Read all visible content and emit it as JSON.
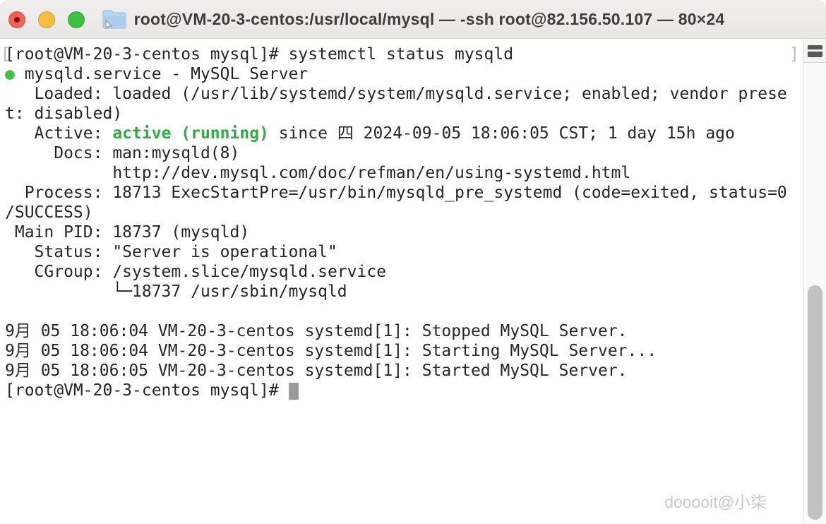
{
  "window": {
    "title": "root@VM-20-3-centos:/usr/local/mysql — -ssh root@82.156.50.107 — 80×24",
    "controls": {
      "close": "close-window",
      "minimize": "minimize-window",
      "zoom": "zoom-window"
    }
  },
  "colors": {
    "titlebar_text": "#3d3d3f",
    "terminal_bg": "#ffffff",
    "text": "#262626",
    "green_bold": "#2fab44",
    "bullet_green": "#3fc43f",
    "mark": "#b8b8b8",
    "cursor": "#9b9b9b",
    "watermark": "#c9c9c9",
    "traffic_red": "#f45f57",
    "traffic_red_dot": "#7e120b",
    "traffic_yellow": "#f6bd3e",
    "traffic_green": "#3dc043"
  },
  "terminal": {
    "mark_left": "[",
    "mark_right": "]",
    "lines": [
      {
        "marks": true,
        "segments": [
          {
            "t": "[root@VM-20-3-centos mysql]# systemctl status mysqld"
          }
        ]
      },
      {
        "segments": [
          {
            "t": "● ",
            "cls": "bullet"
          },
          {
            "t": "mysqld.service - MySQL Server"
          }
        ]
      },
      {
        "segments": [
          {
            "t": "   Loaded: loaded (/usr/lib/systemd/system/mysqld.service; enabled; vendor prese"
          }
        ]
      },
      {
        "segments": [
          {
            "t": "t: disabled)"
          }
        ]
      },
      {
        "segments": [
          {
            "t": "   Active: "
          },
          {
            "t": "active (running)",
            "cls": "green-bold"
          },
          {
            "t": " since 四 2024-09-05 18:06:05 CST; 1 day 15h ago"
          }
        ]
      },
      {
        "segments": [
          {
            "t": "     Docs: man:mysqld(8)"
          }
        ]
      },
      {
        "segments": [
          {
            "t": "           http://dev.mysql.com/doc/refman/en/using-systemd.html"
          }
        ]
      },
      {
        "segments": [
          {
            "t": "  Process: 18713 ExecStartPre=/usr/bin/mysqld_pre_systemd (code=exited, status=0"
          }
        ]
      },
      {
        "segments": [
          {
            "t": "/SUCCESS)"
          }
        ]
      },
      {
        "segments": [
          {
            "t": " Main PID: 18737 (mysqld)"
          }
        ]
      },
      {
        "segments": [
          {
            "t": "   Status: \"Server is operational\""
          }
        ]
      },
      {
        "segments": [
          {
            "t": "   CGroup: /system.slice/mysqld.service"
          }
        ]
      },
      {
        "segments": [
          {
            "t": "           └─18737 /usr/sbin/mysqld"
          }
        ]
      },
      {
        "segments": [
          {
            "t": ""
          }
        ]
      },
      {
        "segments": [
          {
            "t": "9月 05 18:06:04 VM-20-3-centos systemd[1]: Stopped MySQL Server."
          }
        ]
      },
      {
        "segments": [
          {
            "t": "9月 05 18:06:04 VM-20-3-centos systemd[1]: Starting MySQL Server..."
          }
        ]
      },
      {
        "segments": [
          {
            "t": "9月 05 18:06:05 VM-20-3-centos systemd[1]: Started MySQL Server."
          }
        ]
      },
      {
        "cursor": true,
        "segments": [
          {
            "t": "[root@VM-20-3-centos mysql]# "
          }
        ]
      }
    ]
  },
  "watermark": "dooooit@小柒"
}
